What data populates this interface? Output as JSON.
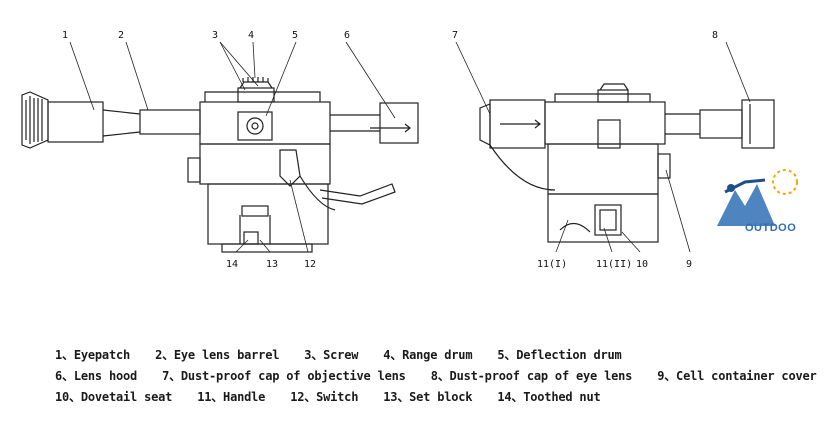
{
  "callouts": {
    "left": [
      "1",
      "2",
      "3",
      "4",
      "5",
      "6",
      "14",
      "13",
      "12"
    ],
    "right": [
      "7",
      "8",
      "11(I)",
      "11(II)",
      "10",
      "9"
    ]
  },
  "legend": {
    "row1": [
      "1、Eyepatch",
      "2、Eye lens barrel",
      "3、Screw",
      "4、Range drum",
      "5、Deflection drum"
    ],
    "row2": [
      "6、Lens hood",
      "7、Dust-proof cap of objective lens",
      "8、Dust-proof cap of eye lens",
      "9、Cell container cover"
    ],
    "row3": [
      "10、Dovetail seat",
      "11、Handle",
      "12、Switch",
      "13、Set block",
      "14、Toothed nut"
    ]
  },
  "logo": {
    "text": "OUTDOO",
    "color": "#2f6fb5"
  },
  "colors": {
    "line": "#222222",
    "background": "#ffffff"
  }
}
